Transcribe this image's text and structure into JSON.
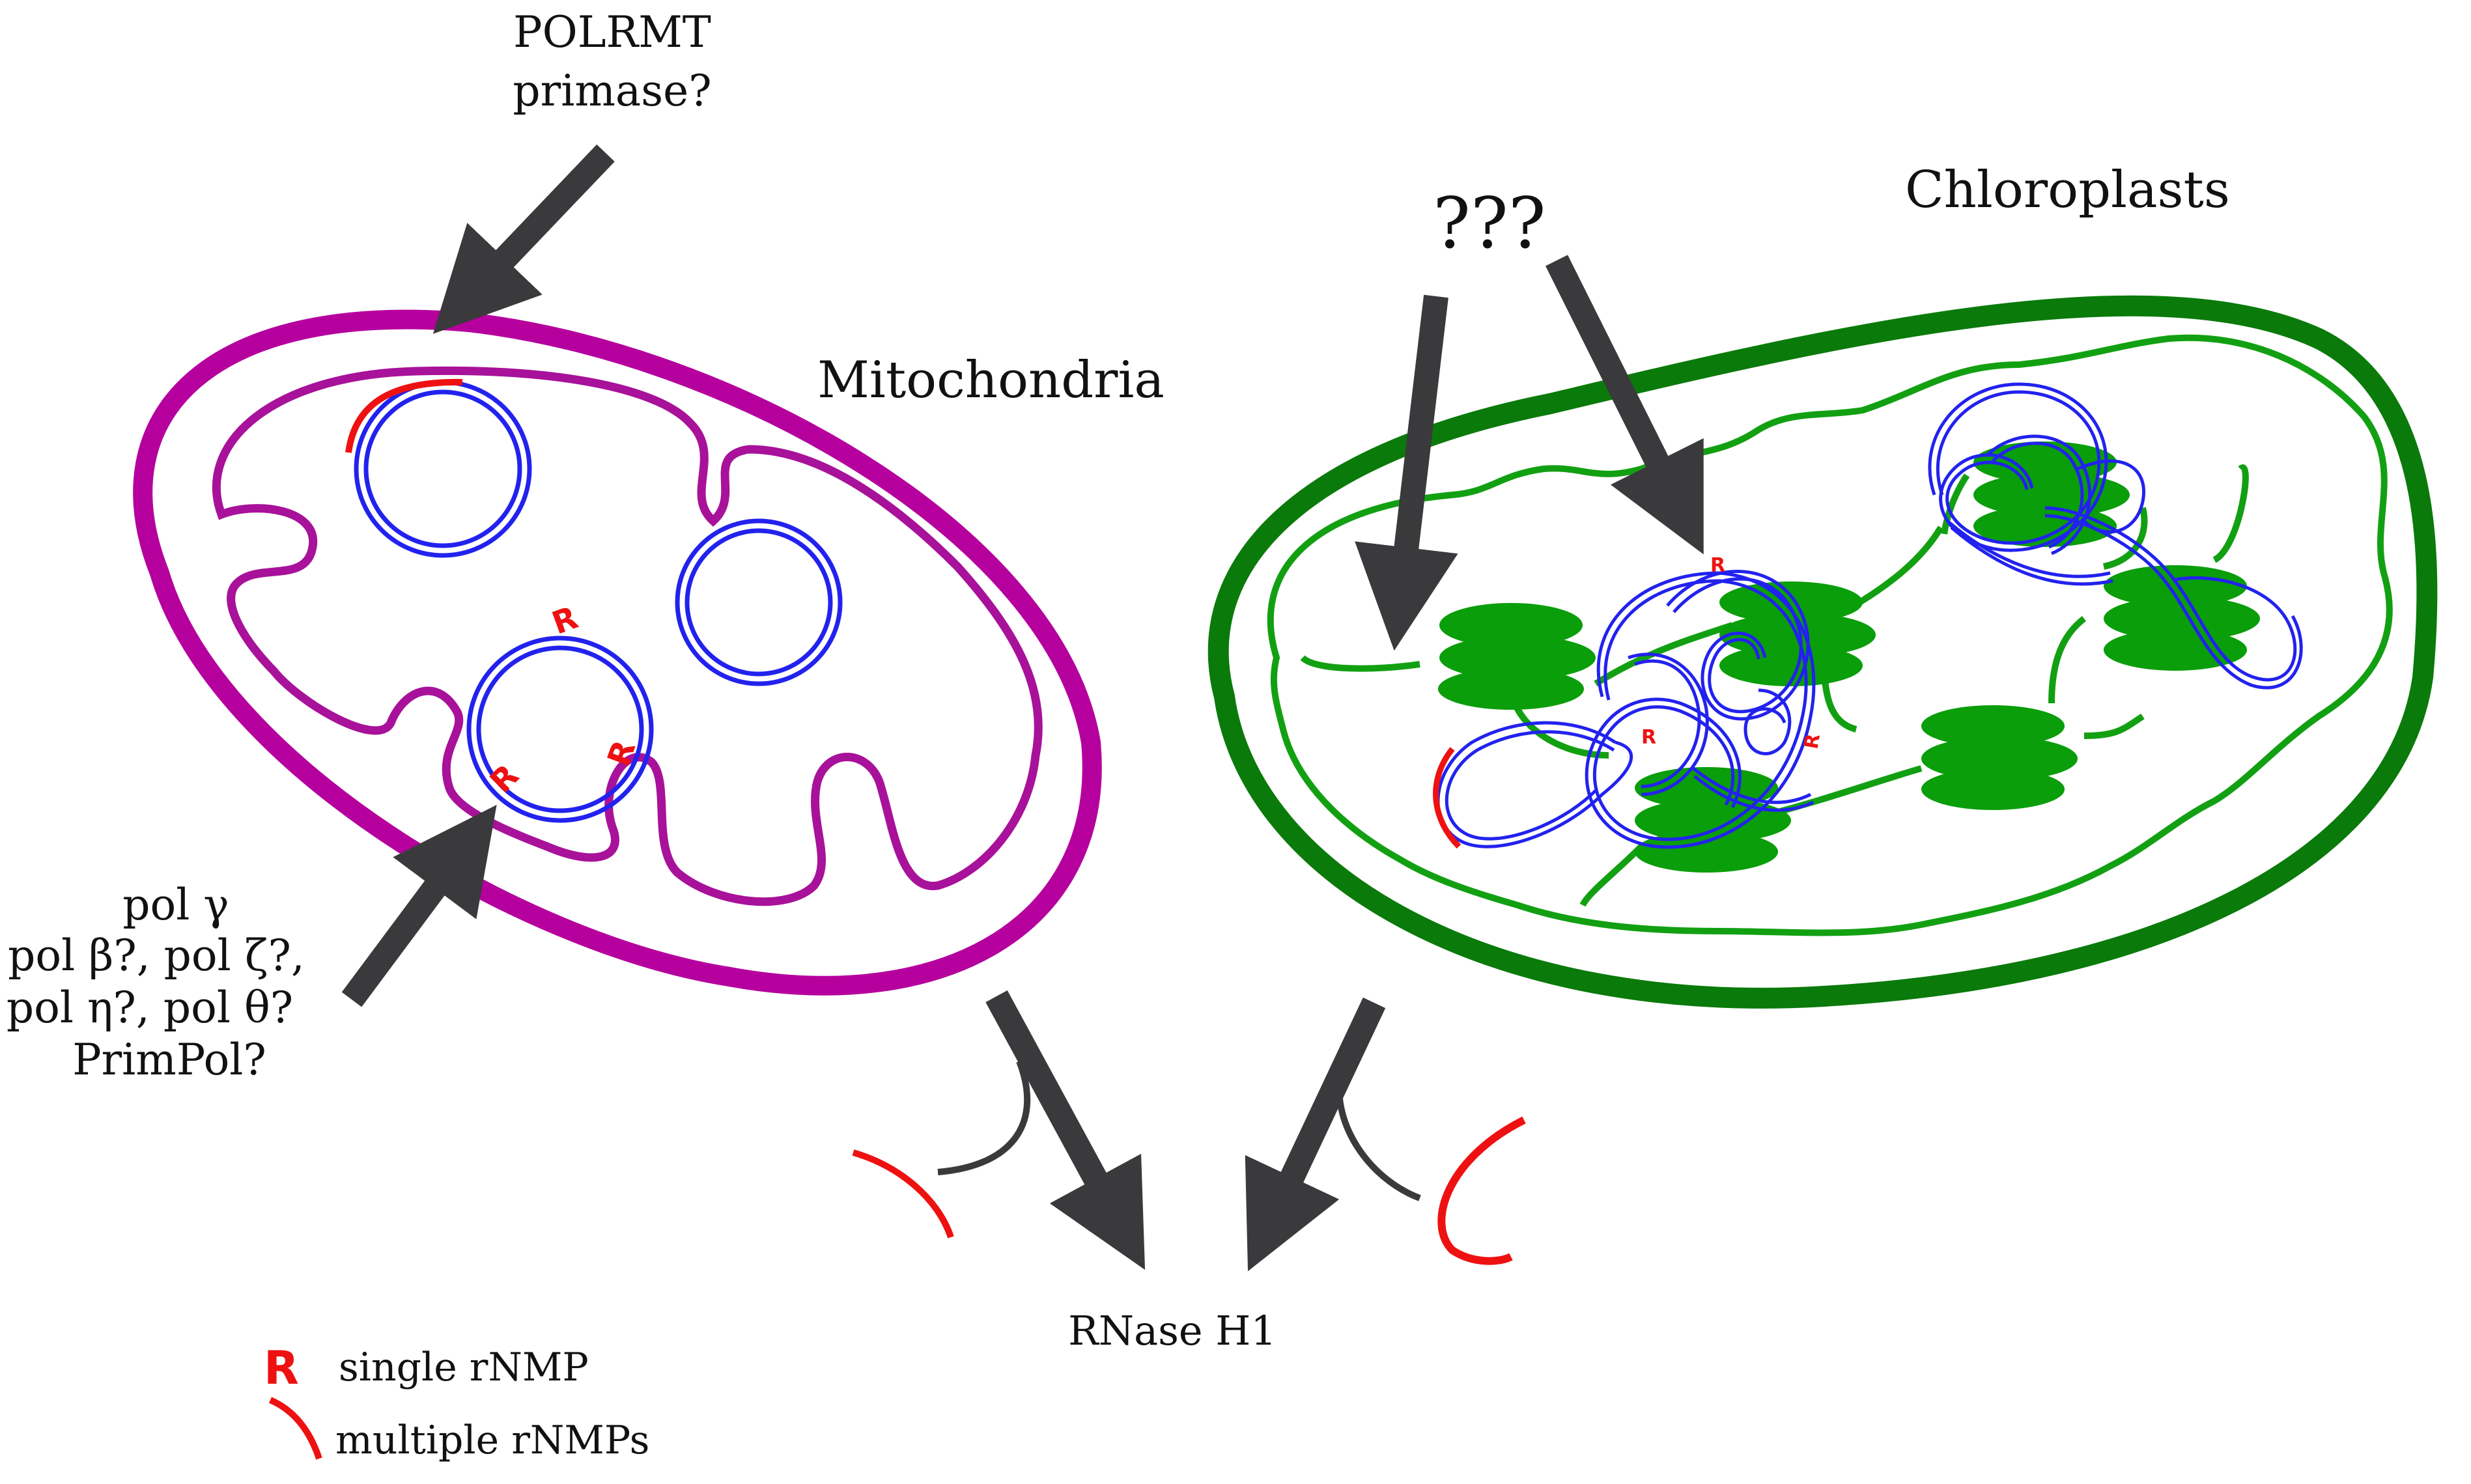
{
  "labels": {
    "mito_top_1": "POLRMT",
    "mito_top_2": "primase?",
    "mito_name": "Mitochondria",
    "chloro_name": "Chloroplasts",
    "chloro_query": "???",
    "pol_1": "pol γ",
    "pol_2": "pol β?, pol ζ?,",
    "pol_3": "pol η?, pol θ?",
    "pol_4": "PrimPol?",
    "rnase": "RNase H1"
  },
  "rnmp": {
    "letter": "R"
  },
  "legend": {
    "r_symbol": "R",
    "single": "single rNMP",
    "multiple": "multiple rNMPs"
  },
  "colors": {
    "mito": "#b5009e",
    "chloro_outer": "#0a7a0a",
    "chloro_inner": "#12a012",
    "dna": "#2222ee",
    "rna": "#ee1111",
    "arrow": "#3a3a3c"
  }
}
